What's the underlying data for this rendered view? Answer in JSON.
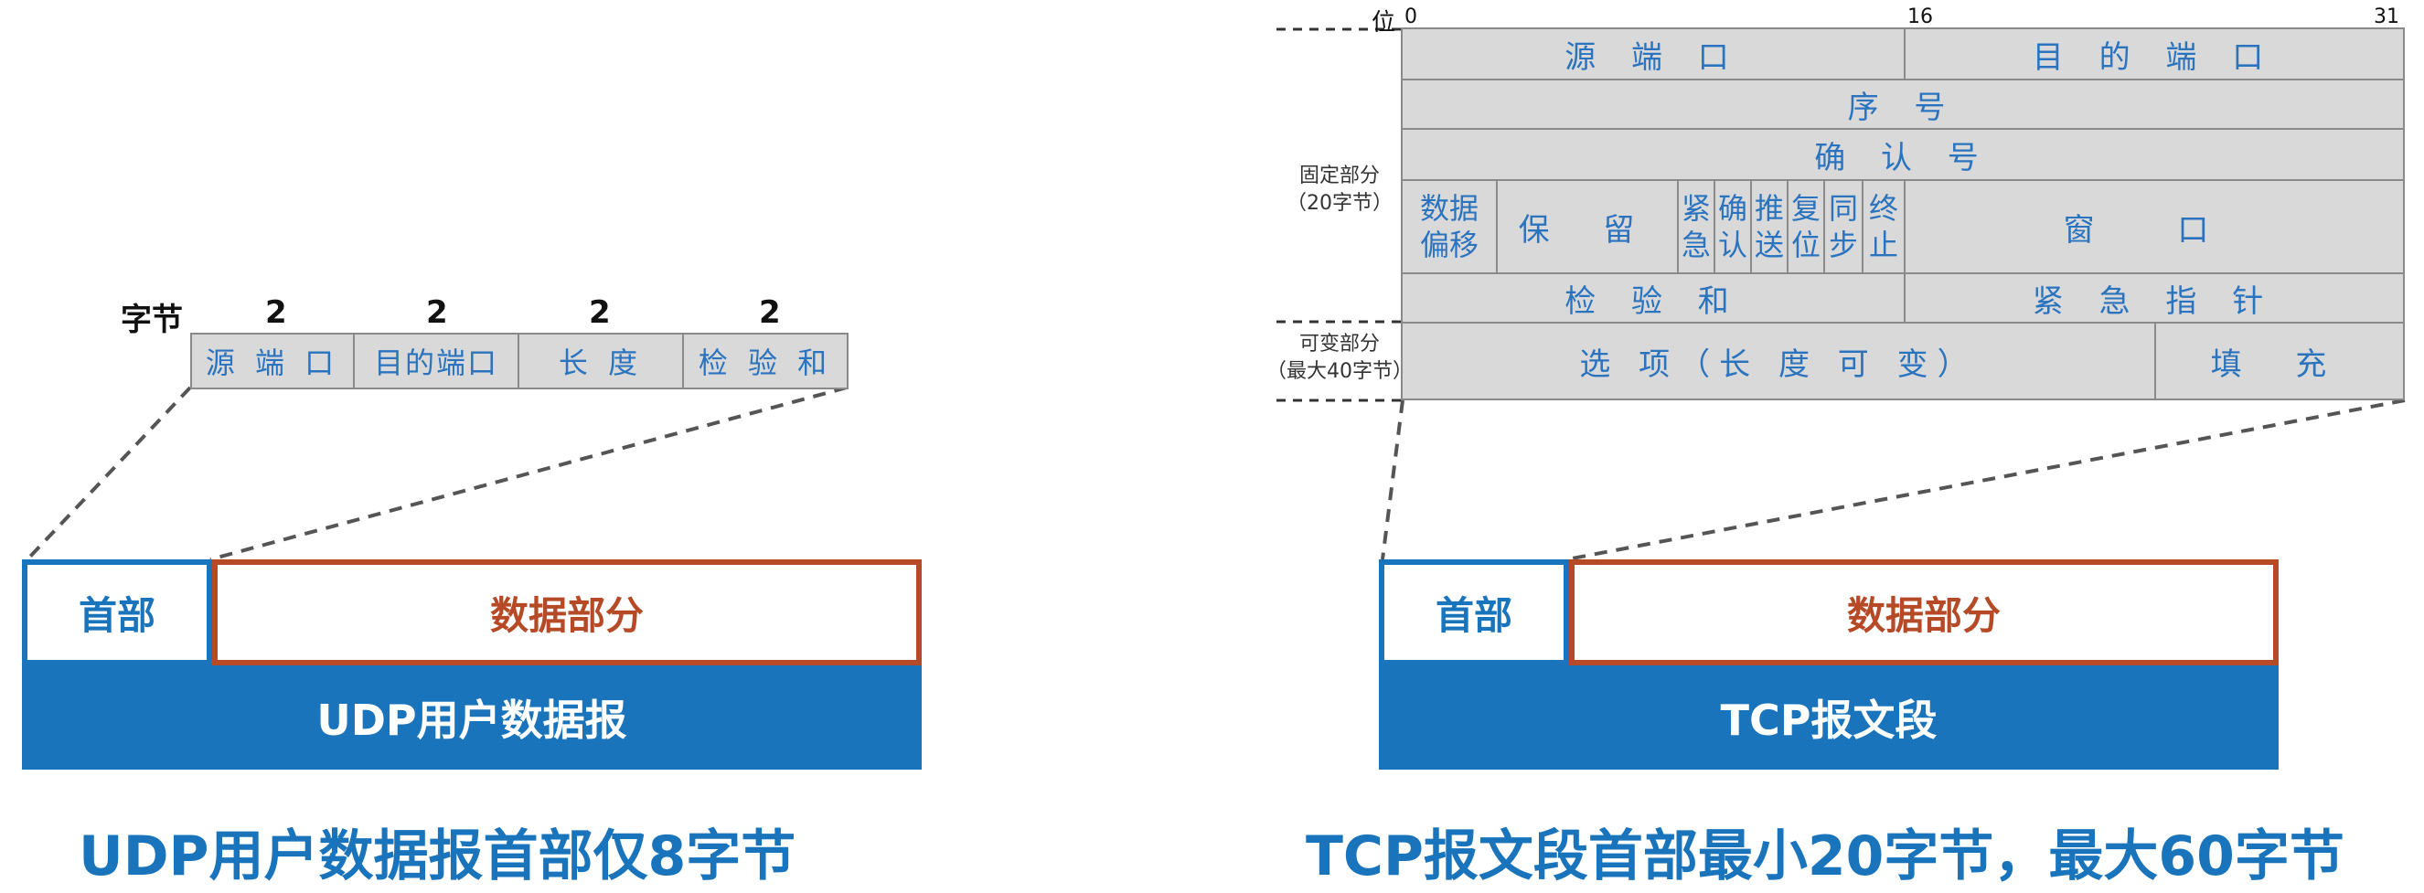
{
  "udp": {
    "bytes_label": "字节",
    "field_sizes": [
      "2",
      "2",
      "2",
      "2"
    ],
    "fields": [
      "源 端 口",
      "目的端口",
      "长 度",
      "检 验 和"
    ],
    "header_label": "首部",
    "data_label": "数据部分",
    "band_label": "UDP用户数据报",
    "caption": "UDP用户数据报首部仅8字节"
  },
  "tcp": {
    "bit_label": "位",
    "bit_0": "0",
    "bit_16": "16",
    "bit_31": "31",
    "fixed_part_label": "固定部分",
    "fixed_part_size": "（20字节）",
    "variable_part_label": "可变部分",
    "variable_part_size": "（最大40字节）",
    "row1": [
      "源 端 口",
      "目 的 端 口"
    ],
    "row2": "序 号",
    "row3": "确 认 号",
    "row4": {
      "data_offset": [
        "数据",
        "偏移"
      ],
      "reserved": "保 留",
      "flags": [
        [
          "紧",
          "急"
        ],
        [
          "确",
          "认"
        ],
        [
          "推",
          "送"
        ],
        [
          "复",
          "位"
        ],
        [
          "同",
          "步"
        ],
        [
          "终",
          "止"
        ]
      ],
      "window": "窗 口"
    },
    "row5": [
      "检 验 和",
      "紧 急 指 针"
    ],
    "row6": [
      "选 项（长 度 可 变）",
      "填 充"
    ],
    "header_label": "首部",
    "data_label": "数据部分",
    "band_label": "TCP报文段",
    "caption": "TCP报文段首部最小20字节，最大60字节"
  }
}
